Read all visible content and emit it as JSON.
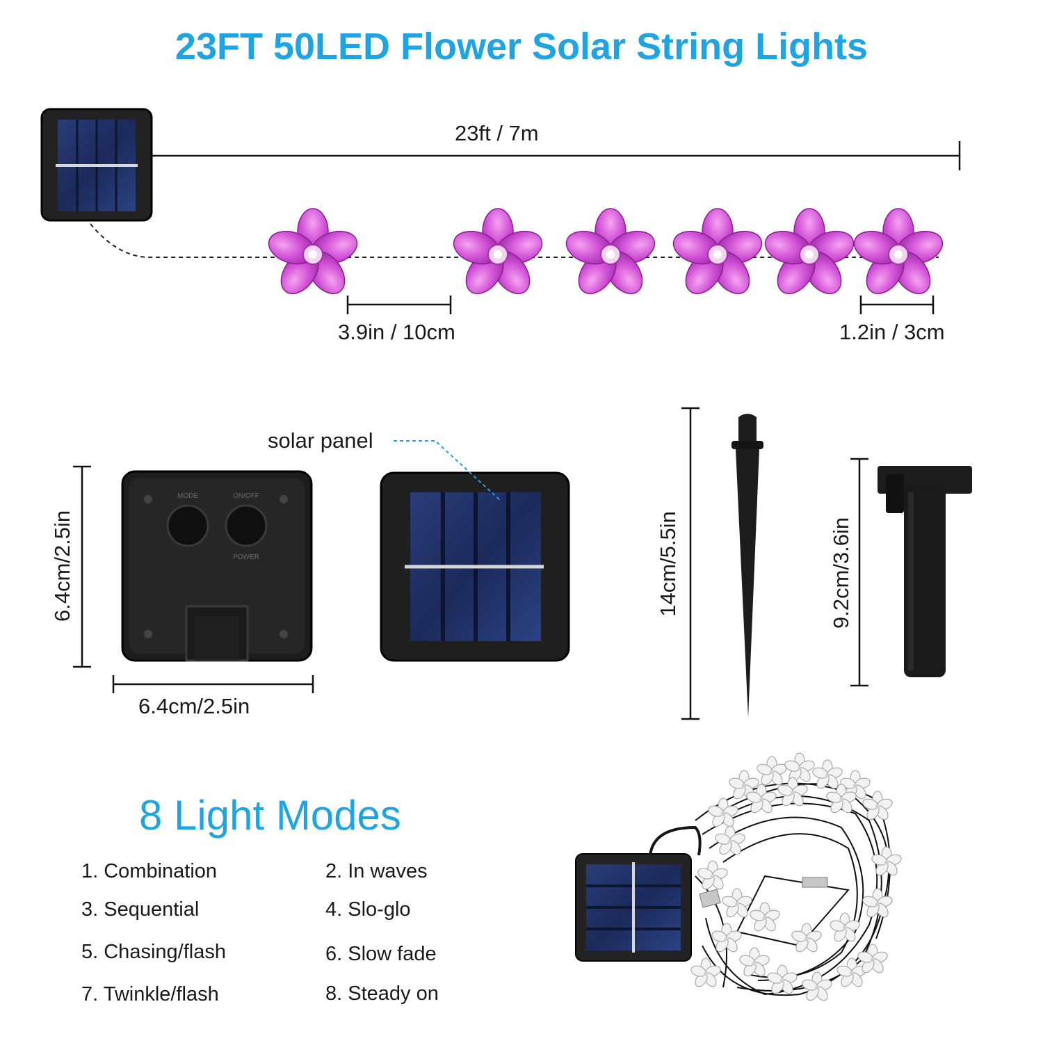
{
  "title": "23FT 50LED Flower Solar String Lights",
  "dimensions": {
    "total_length": "23ft / 7m",
    "spacing": "3.9in / 10cm",
    "flower_size": "1.2in / 3cm",
    "box_height": "6.4cm/2.5in",
    "box_width": "6.4cm/2.5in",
    "stake_length": "14cm/5.5in",
    "holder_length": "9.2cm/3.6in"
  },
  "callout": {
    "solar_panel": "solar panel"
  },
  "box_labels": {
    "mode": "MODE",
    "onoff": "ON/OFF",
    "power": "POWER"
  },
  "modes_title": "8 Light Modes",
  "modes": [
    "1. Combination",
    "2. In waves",
    "3. Sequential",
    "4. Slo-glo",
    "5. Chasing/flash",
    "6. Slow fade",
    "7. Twinkle/flash",
    "8. Steady on"
  ],
  "colors": {
    "accent": "#1ea4e3",
    "flower": "#c23bc8",
    "panel": "#1e2f63"
  }
}
